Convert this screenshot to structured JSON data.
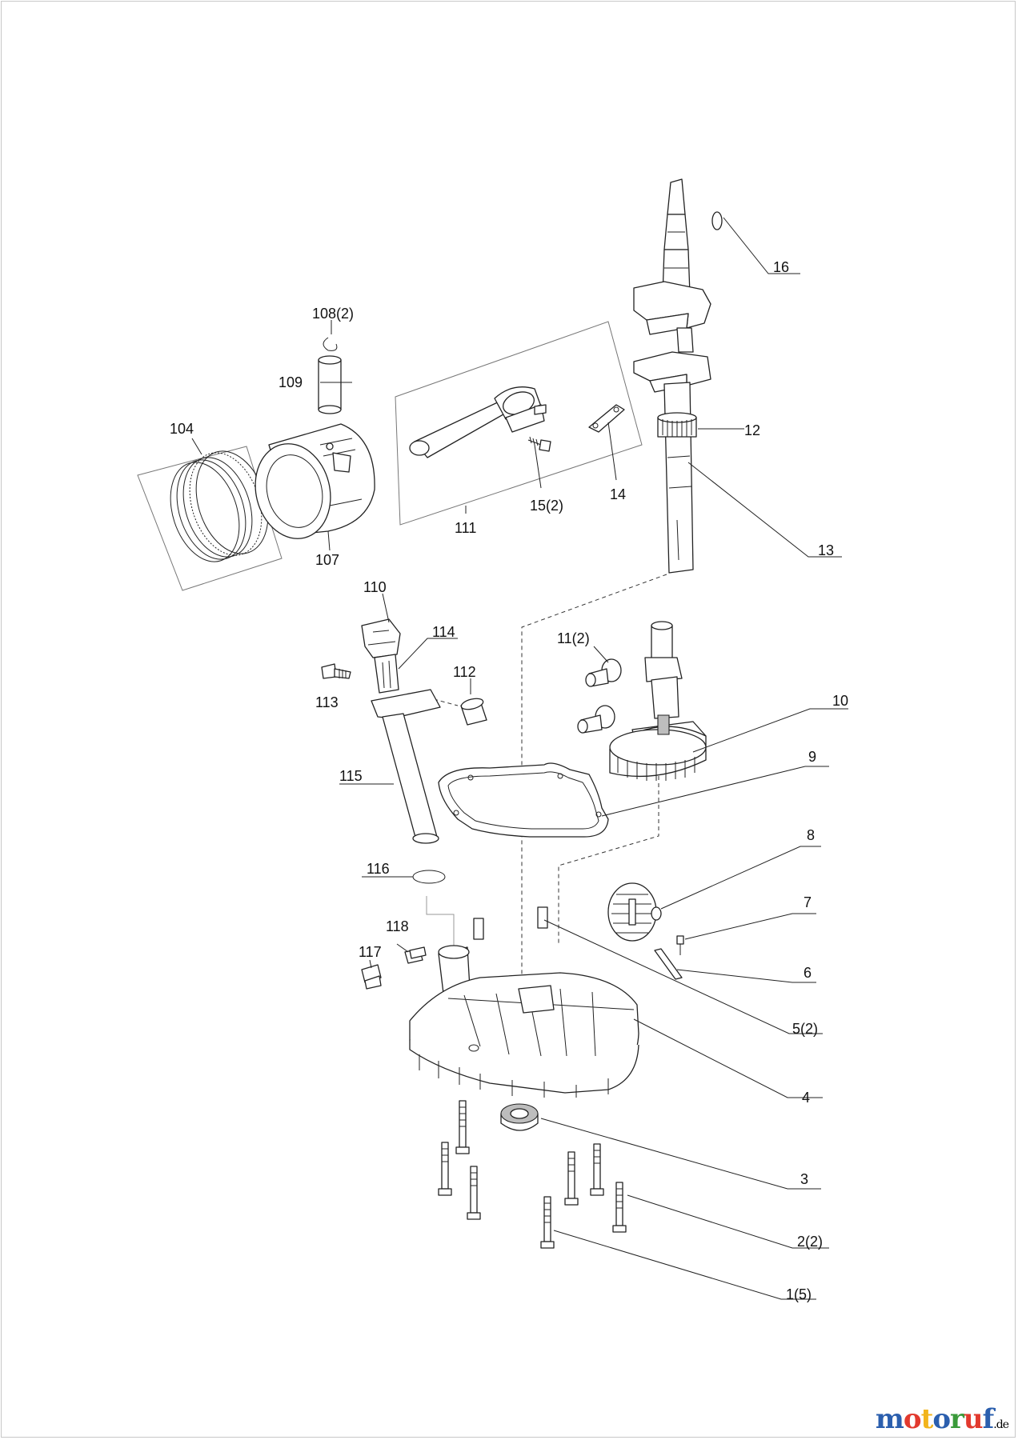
{
  "diagram": {
    "labels": {
      "p1": "1(5)",
      "p2": "2(2)",
      "p3": "3",
      "p4": "4",
      "p5": "5(2)",
      "p6": "6",
      "p7": "7",
      "p8": "8",
      "p9": "9",
      "p10": "10",
      "p11": "11(2)",
      "p12": "12",
      "p13": "13",
      "p14": "14",
      "p15": "15(2)",
      "p16": "16",
      "p104": "104",
      "p107": "107",
      "p108": "108(2)",
      "p109": "109",
      "p110": "110",
      "p111": "111",
      "p112": "112",
      "p113": "113",
      "p114": "114",
      "p115": "115",
      "p116": "116",
      "p117": "117",
      "p118": "118"
    }
  },
  "watermark": {
    "letters": [
      {
        "ch": "m",
        "color": "#2b5fae"
      },
      {
        "ch": "o",
        "color": "#e23a2e"
      },
      {
        "ch": "t",
        "color": "#f2b41b"
      },
      {
        "ch": "o",
        "color": "#2b5fae"
      },
      {
        "ch": "r",
        "color": "#3a9a3a"
      },
      {
        "ch": "u",
        "color": "#e23a2e"
      },
      {
        "ch": "f",
        "color": "#2b5fae"
      }
    ],
    "tld": ".de"
  }
}
